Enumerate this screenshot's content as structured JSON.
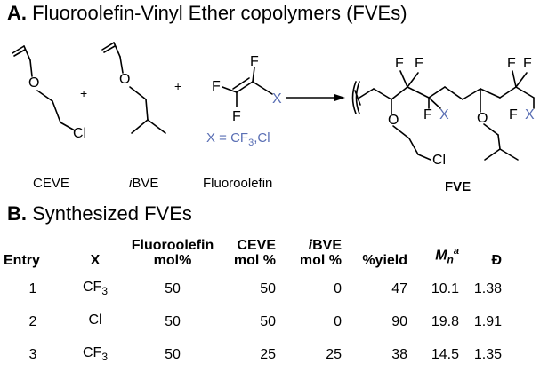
{
  "section_a": {
    "letter": "A.",
    "title": "Fluoroolefin-Vinyl Ether copolymers (FVEs)"
  },
  "section_b": {
    "letter": "B.",
    "title": "Synthesized FVEs"
  },
  "scheme": {
    "plus": "+",
    "atom_o": "O",
    "atom_cl": "Cl",
    "atom_f": "F",
    "atom_x": "X",
    "x_def_prefix": "X = CF",
    "x_def_sub": "3",
    "x_def_suffix": ",Cl",
    "label_ceve": "CEVE",
    "label_ibve_italic": "i",
    "label_ibve_rest": "BVE",
    "label_fluoroolefin": "Fluoroolefin",
    "label_fve": "FVE",
    "colors": {
      "blue": "#5a6fb4",
      "black": "#000000"
    }
  },
  "table": {
    "headers": {
      "entry": "Entry",
      "x": "X",
      "fluoroolefin": "Fluoroolefin",
      "ceve": "CEVE",
      "ibve_italic": "i",
      "ibve_rest": "BVE",
      "mol": "mol%",
      "mol_spaced": "mol %",
      "yield": "%yield",
      "mn_main": "M",
      "mn_sub": "n",
      "mn_sup": "a",
      "d": "Đ"
    },
    "rows": [
      {
        "entry": "1",
        "x_main": "CF",
        "x_sub": "3",
        "fluoroolefin": "50",
        "ceve": "50",
        "ibve": "0",
        "yield": "47",
        "mn": "10.1",
        "d": "1.38"
      },
      {
        "entry": "2",
        "x_main": "Cl",
        "x_sub": "",
        "fluoroolefin": "50",
        "ceve": "50",
        "ibve": "0",
        "yield": "90",
        "mn": "19.8",
        "d": "1.91"
      },
      {
        "entry": "3",
        "x_main": "CF",
        "x_sub": "3",
        "fluoroolefin": "50",
        "ceve": "25",
        "ibve": "25",
        "yield": "38",
        "mn": "14.5",
        "d": "1.35"
      }
    ]
  }
}
